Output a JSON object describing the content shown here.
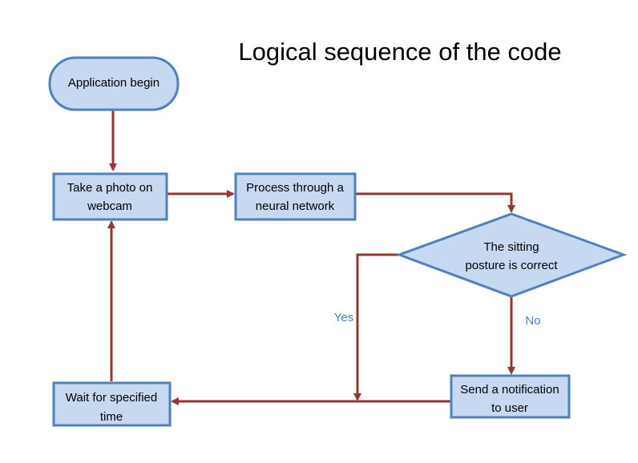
{
  "title": "Logical sequence of the code",
  "colors": {
    "node_fill": "#c6d9f1",
    "node_border": "#4f81bd",
    "edge": "#943634",
    "edge_label": "#4f81bd"
  },
  "nodes": {
    "start": {
      "lines": [
        "Application begin"
      ],
      "shape": "rounded-terminal"
    },
    "photo": {
      "lines": [
        "Take a photo on",
        "webcam"
      ],
      "shape": "rectangle"
    },
    "process": {
      "lines": [
        "Process through a",
        "neural network"
      ],
      "shape": "rectangle"
    },
    "decision": {
      "lines": [
        "The sitting",
        "posture is correct"
      ],
      "shape": "diamond"
    },
    "notify": {
      "lines": [
        "Send a notification",
        "to user"
      ],
      "shape": "rectangle"
    },
    "wait": {
      "lines": [
        "Wait for specified",
        "time"
      ],
      "shape": "rectangle"
    }
  },
  "edges": {
    "start_photo": {
      "from": "Application begin",
      "to": "Take a photo on webcam"
    },
    "photo_process": {
      "from": "Take a photo on webcam",
      "to": "Process through a neural network"
    },
    "process_decision": {
      "from": "Process through a neural network",
      "to": "The sitting posture is correct"
    },
    "decision_yes": {
      "from": "The sitting posture is correct",
      "to": "Wait for specified time",
      "label": "Yes"
    },
    "decision_no": {
      "from": "The sitting posture is correct",
      "to": "Send a notification to user",
      "label": "No"
    },
    "notify_wait": {
      "from": "Send a notification to user",
      "to": "Wait for specified time"
    },
    "wait_photo": {
      "from": "Wait for specified time",
      "to": "Take a photo on webcam"
    }
  }
}
